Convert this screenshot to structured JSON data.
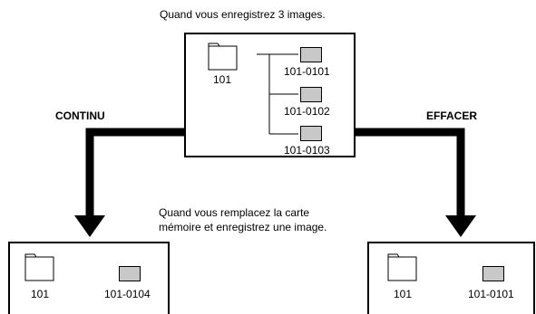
{
  "captions": {
    "top": "Quand vous enregistrez 3 images.",
    "middle_line1": "Quand vous remplacez la carte",
    "middle_line2": "mémoire et enregistrez une image."
  },
  "labels": {
    "left": "CONTINU",
    "right": "EFFACER"
  },
  "top_box": {
    "folder": "101",
    "files": [
      "101-0101",
      "101-0102",
      "101-0103"
    ]
  },
  "left_box": {
    "folder": "101",
    "file": "101-0104"
  },
  "right_box": {
    "folder": "101",
    "file": "101-0101"
  },
  "colors": {
    "image_fill": "#c8c8c8",
    "line": "#000000"
  },
  "icons": {
    "folder": "folder-icon",
    "image": "image-file-icon",
    "arrow": "arrow-down-icon"
  }
}
